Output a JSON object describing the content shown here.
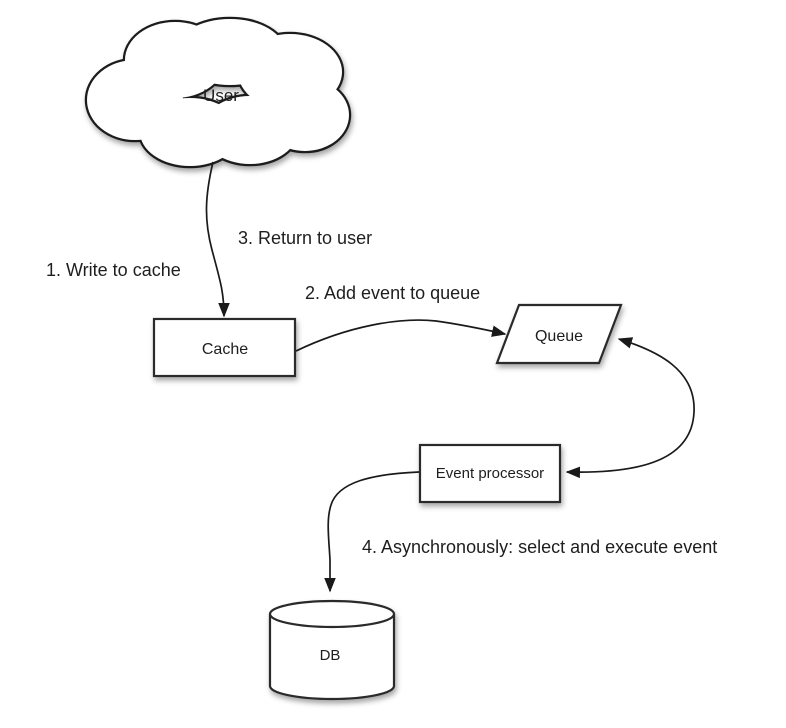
{
  "diagram": {
    "colors": {
      "background": "#ffffff",
      "shape_fill": "#ffffff",
      "line": "#1a1a1a",
      "text": "#1e1e1e"
    },
    "nodes": {
      "user": {
        "label": "User",
        "shape": "cloud"
      },
      "cache": {
        "label": "Cache",
        "shape": "rectangle"
      },
      "queue": {
        "label": "Queue",
        "shape": "parallelogram"
      },
      "event_processor": {
        "label": "Event processor",
        "shape": "rectangle"
      },
      "db": {
        "label": "DB",
        "shape": "cylinder"
      }
    },
    "edges": [
      {
        "from": "user",
        "to": "cache",
        "style": "arrow"
      },
      {
        "from": "cache",
        "to": "queue",
        "style": "arrow"
      },
      {
        "from": "queue",
        "to": "event_processor",
        "style": "double-arrow"
      },
      {
        "from": "event_processor",
        "to": "db",
        "style": "arrow"
      }
    ],
    "step_labels": {
      "step1": "1. Write to cache",
      "step2": "2. Add event to queue",
      "step3": "3. Return to user",
      "step4": "4. Asynchronously: select and execute event"
    }
  }
}
